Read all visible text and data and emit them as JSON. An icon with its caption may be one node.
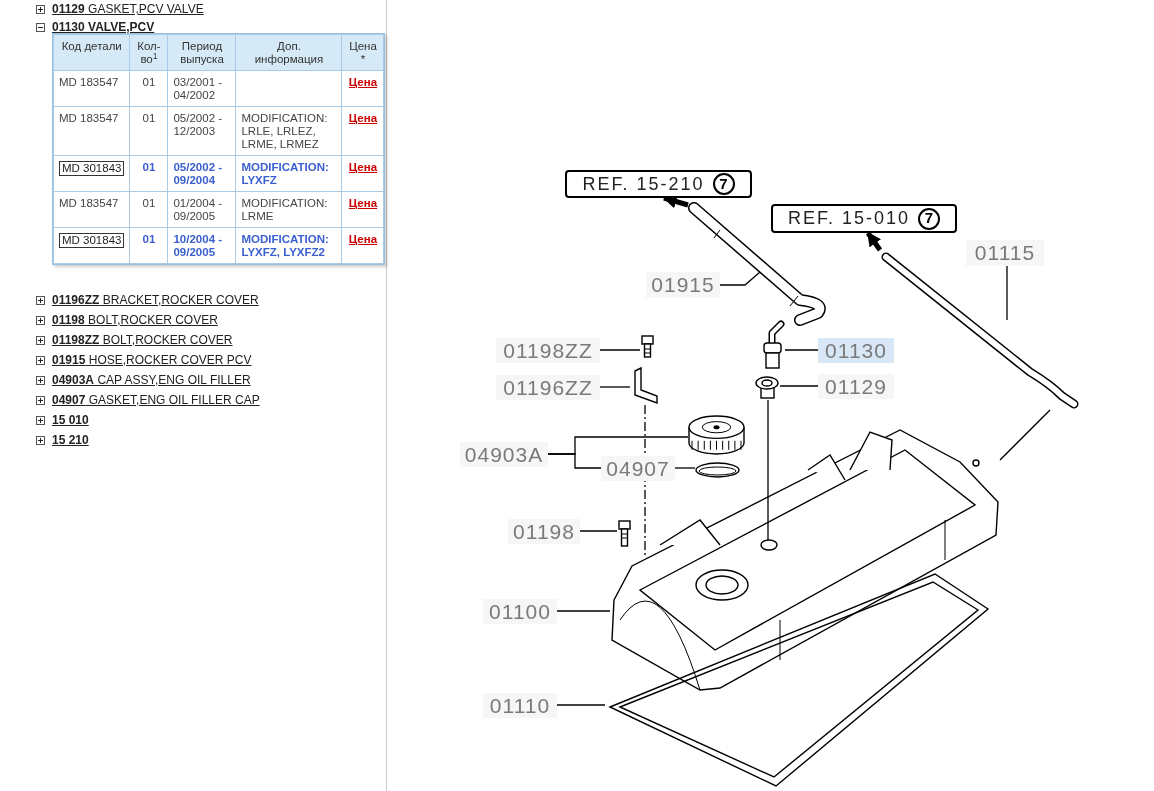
{
  "diagram": {
    "nodes": [
      {
        "text": [
          "REF. 15-210",
          "7"
        ]
      },
      {
        "text": [
          "REF. 15-010",
          "7"
        ]
      },
      {
        "text": [],
        "shape": "picture"
      },
      {
        "text": [],
        "shape": "picture"
      },
      {
        "text": [],
        "shape": "picture"
      },
      {
        "text": [],
        "shape": "picture"
      },
      {
        "text": [],
        "shape": "picture"
      },
      {
        "text": [],
        "shape": "picture"
      },
      {
        "text": [],
        "shape": "cylinder"
      },
      {
        "text": [],
        "shape": "circle"
      },
      {
        "text": [],
        "shape": "picture"
      },
      {
        "text": [],
        "shape": "picture"
      },
      {
        "text": [],
        "shape": "picture"
      },
      {
        "text": [
          "01915"
        ]
      },
      {
        "text": [
          "01115"
        ]
      },
      {
        "text": [
          "01198ZZ"
        ]
      },
      {
        "text": [
          "01196ZZ"
        ]
      },
      {
        "text": [
          "01130"
        ]
      },
      {
        "text": [
          "01129"
        ]
      },
      {
        "text": [
          "04903A"
        ]
      },
      {
        "text": [
          "04907"
        ]
      },
      {
        "text": [
          "01198"
        ]
      },
      {
        "text": [
          "01100"
        ]
      },
      {
        "text": [
          "01110"
        ]
      }
    ],
    "edges": [
      {
        "from": 2,
        "to": 0,
        "arrow": "to",
        "style": "thick"
      },
      {
        "from": 3,
        "to": 1,
        "arrow": "to",
        "style": "thick"
      },
      {
        "from": 13,
        "to": 2,
        "arrow": "none"
      },
      {
        "from": 14,
        "to": 3,
        "arrow": "none"
      },
      {
        "from": 15,
        "to": 6,
        "arrow": "none"
      },
      {
        "from": 16,
        "to": 7,
        "arrow": "none"
      },
      {
        "from": 17,
        "to": 4,
        "arrow": "none"
      },
      {
        "from": 18,
        "to": 5,
        "arrow": "none"
      },
      {
        "from": 19,
        "to": 8,
        "arrow": "none"
      },
      {
        "from": 19,
        "to": 20,
        "arrow": "none"
      },
      {
        "from": 20,
        "to": 9,
        "arrow": "none"
      },
      {
        "from": 21,
        "to": 10,
        "arrow": "none"
      },
      {
        "from": 22,
        "to": 11,
        "arrow": "none"
      },
      {
        "from": 23,
        "to": 12,
        "arrow": "none"
      },
      {
        "from": 7,
        "to": 11,
        "arrow": "none",
        "style": "dashed"
      },
      {
        "from": 5,
        "to": 11,
        "arrow": "none"
      },
      {
        "from": 3,
        "to": 11,
        "arrow": "none"
      }
    ],
    "labels": [
      "**01129** GASKET,PCV VALVE",
      "01130 VALVE,PCV",
      "Код детали",
      "Кол-во$^{1}$",
      "Период выпуска",
      "Доп. информация",
      "Цена *",
      "MD 183547",
      "01",
      "03/2001 - 04/2002",
      "Цена",
      "MD 183547",
      "01",
      "05/2002 - 12/2003",
      "MODIFICATION: LRLE, LRLEZ, LRME, LRMEZ",
      "Цена",
      "MD 301843",
      "01",
      "05/2002 - 09/2004",
      "MODIFICATION: LYXFZ",
      "Цена",
      "MD 183547",
      "01",
      "01/2004 - 09/2005",
      "MODIFICATION: LRME",
      "Цена",
      "MD 301843",
      "01",
      "10/2004 - 09/2005",
      "MODIFICATION: LYXFZ, LYXFZ2",
      "Цена",
      "**01196ZZ** BRACKET,ROCKER COVER",
      "**01198** BOLT,ROCKER COVER",
      "**01198ZZ** BOLT,ROCKER COVER",
      "**01915** HOSE,ROCKER COVER PCV",
      "**04903A** CAP ASSY,ENG OIL FILLER",
      "**04907** GASKET,ENG OIL FILLER CAP",
      "15 010",
      "15 210"
    ]
  }
}
